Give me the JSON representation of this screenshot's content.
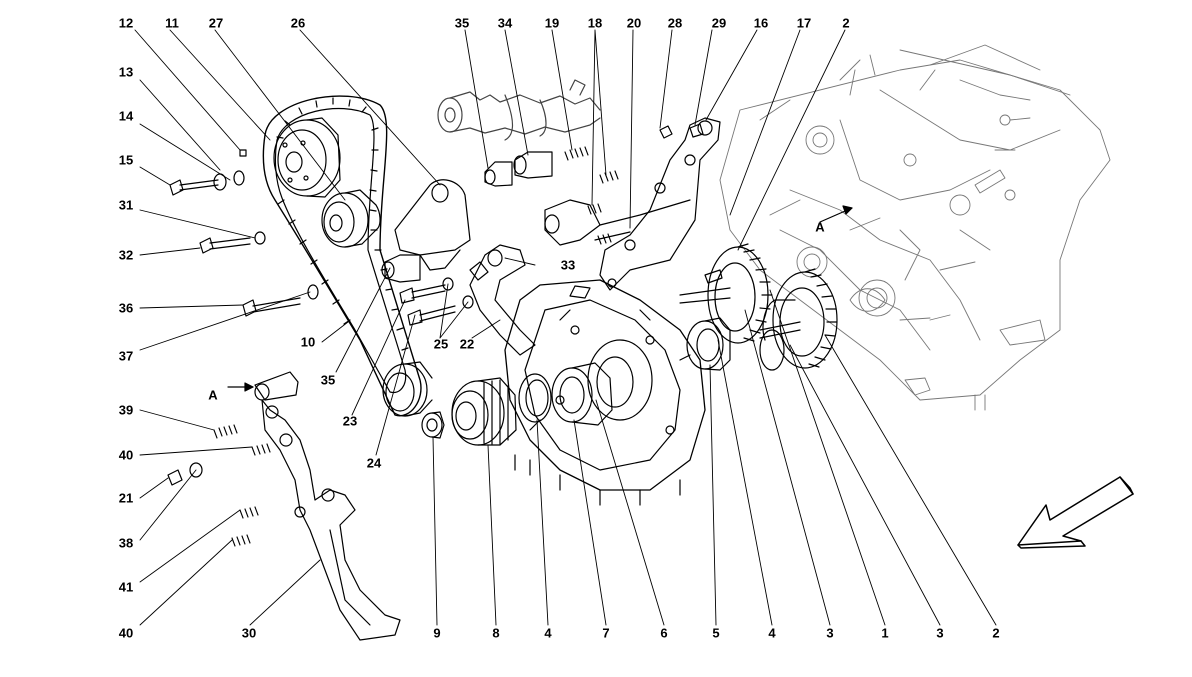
{
  "labels": {
    "l12": "12",
    "l11": "11",
    "l27": "27",
    "l26": "26",
    "l35t": "35",
    "l34": "34",
    "l19": "19",
    "l18": "18",
    "l20": "20",
    "l28": "28",
    "l29": "29",
    "l16": "16",
    "l17": "17",
    "l2t": "2",
    "l13": "13",
    "l14": "14",
    "l15": "15",
    "l31": "31",
    "l32": "32",
    "l33": "33",
    "l36": "36",
    "l10": "10",
    "l37": "37",
    "l35": "35",
    "l25": "25",
    "l22": "22",
    "l39": "39",
    "l23": "23",
    "l40a": "40",
    "l24": "24",
    "l21": "21",
    "l38": "38",
    "l41": "41",
    "l40b": "40",
    "l30": "30",
    "l9": "9",
    "l8": "8",
    "l4a": "4",
    "l7": "7",
    "l6": "6",
    "l5": "5",
    "l4b": "4",
    "l3a": "3",
    "l1": "1",
    "l3b": "3",
    "l2b": "2"
  },
  "view_refs": {
    "left": "A",
    "right": "A"
  },
  "direction_arrow": "arrow-icon"
}
